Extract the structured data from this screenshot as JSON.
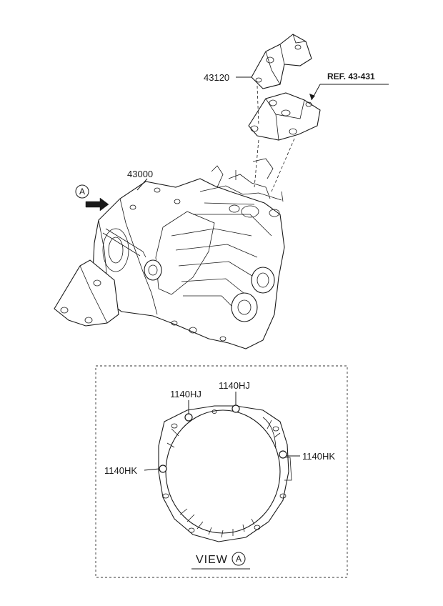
{
  "labels": {
    "bracket": "43120",
    "reference": "REF. 43-431",
    "transaxle": "43000",
    "view_marker": "A",
    "view_title": "VIEW",
    "view_marker_small": "A"
  },
  "callouts": {
    "bolt_hj_left": "1140HJ",
    "bolt_hj_right": "1140HJ",
    "bolt_hk_left": "1140HK",
    "bolt_hk_right": "1140HK"
  }
}
